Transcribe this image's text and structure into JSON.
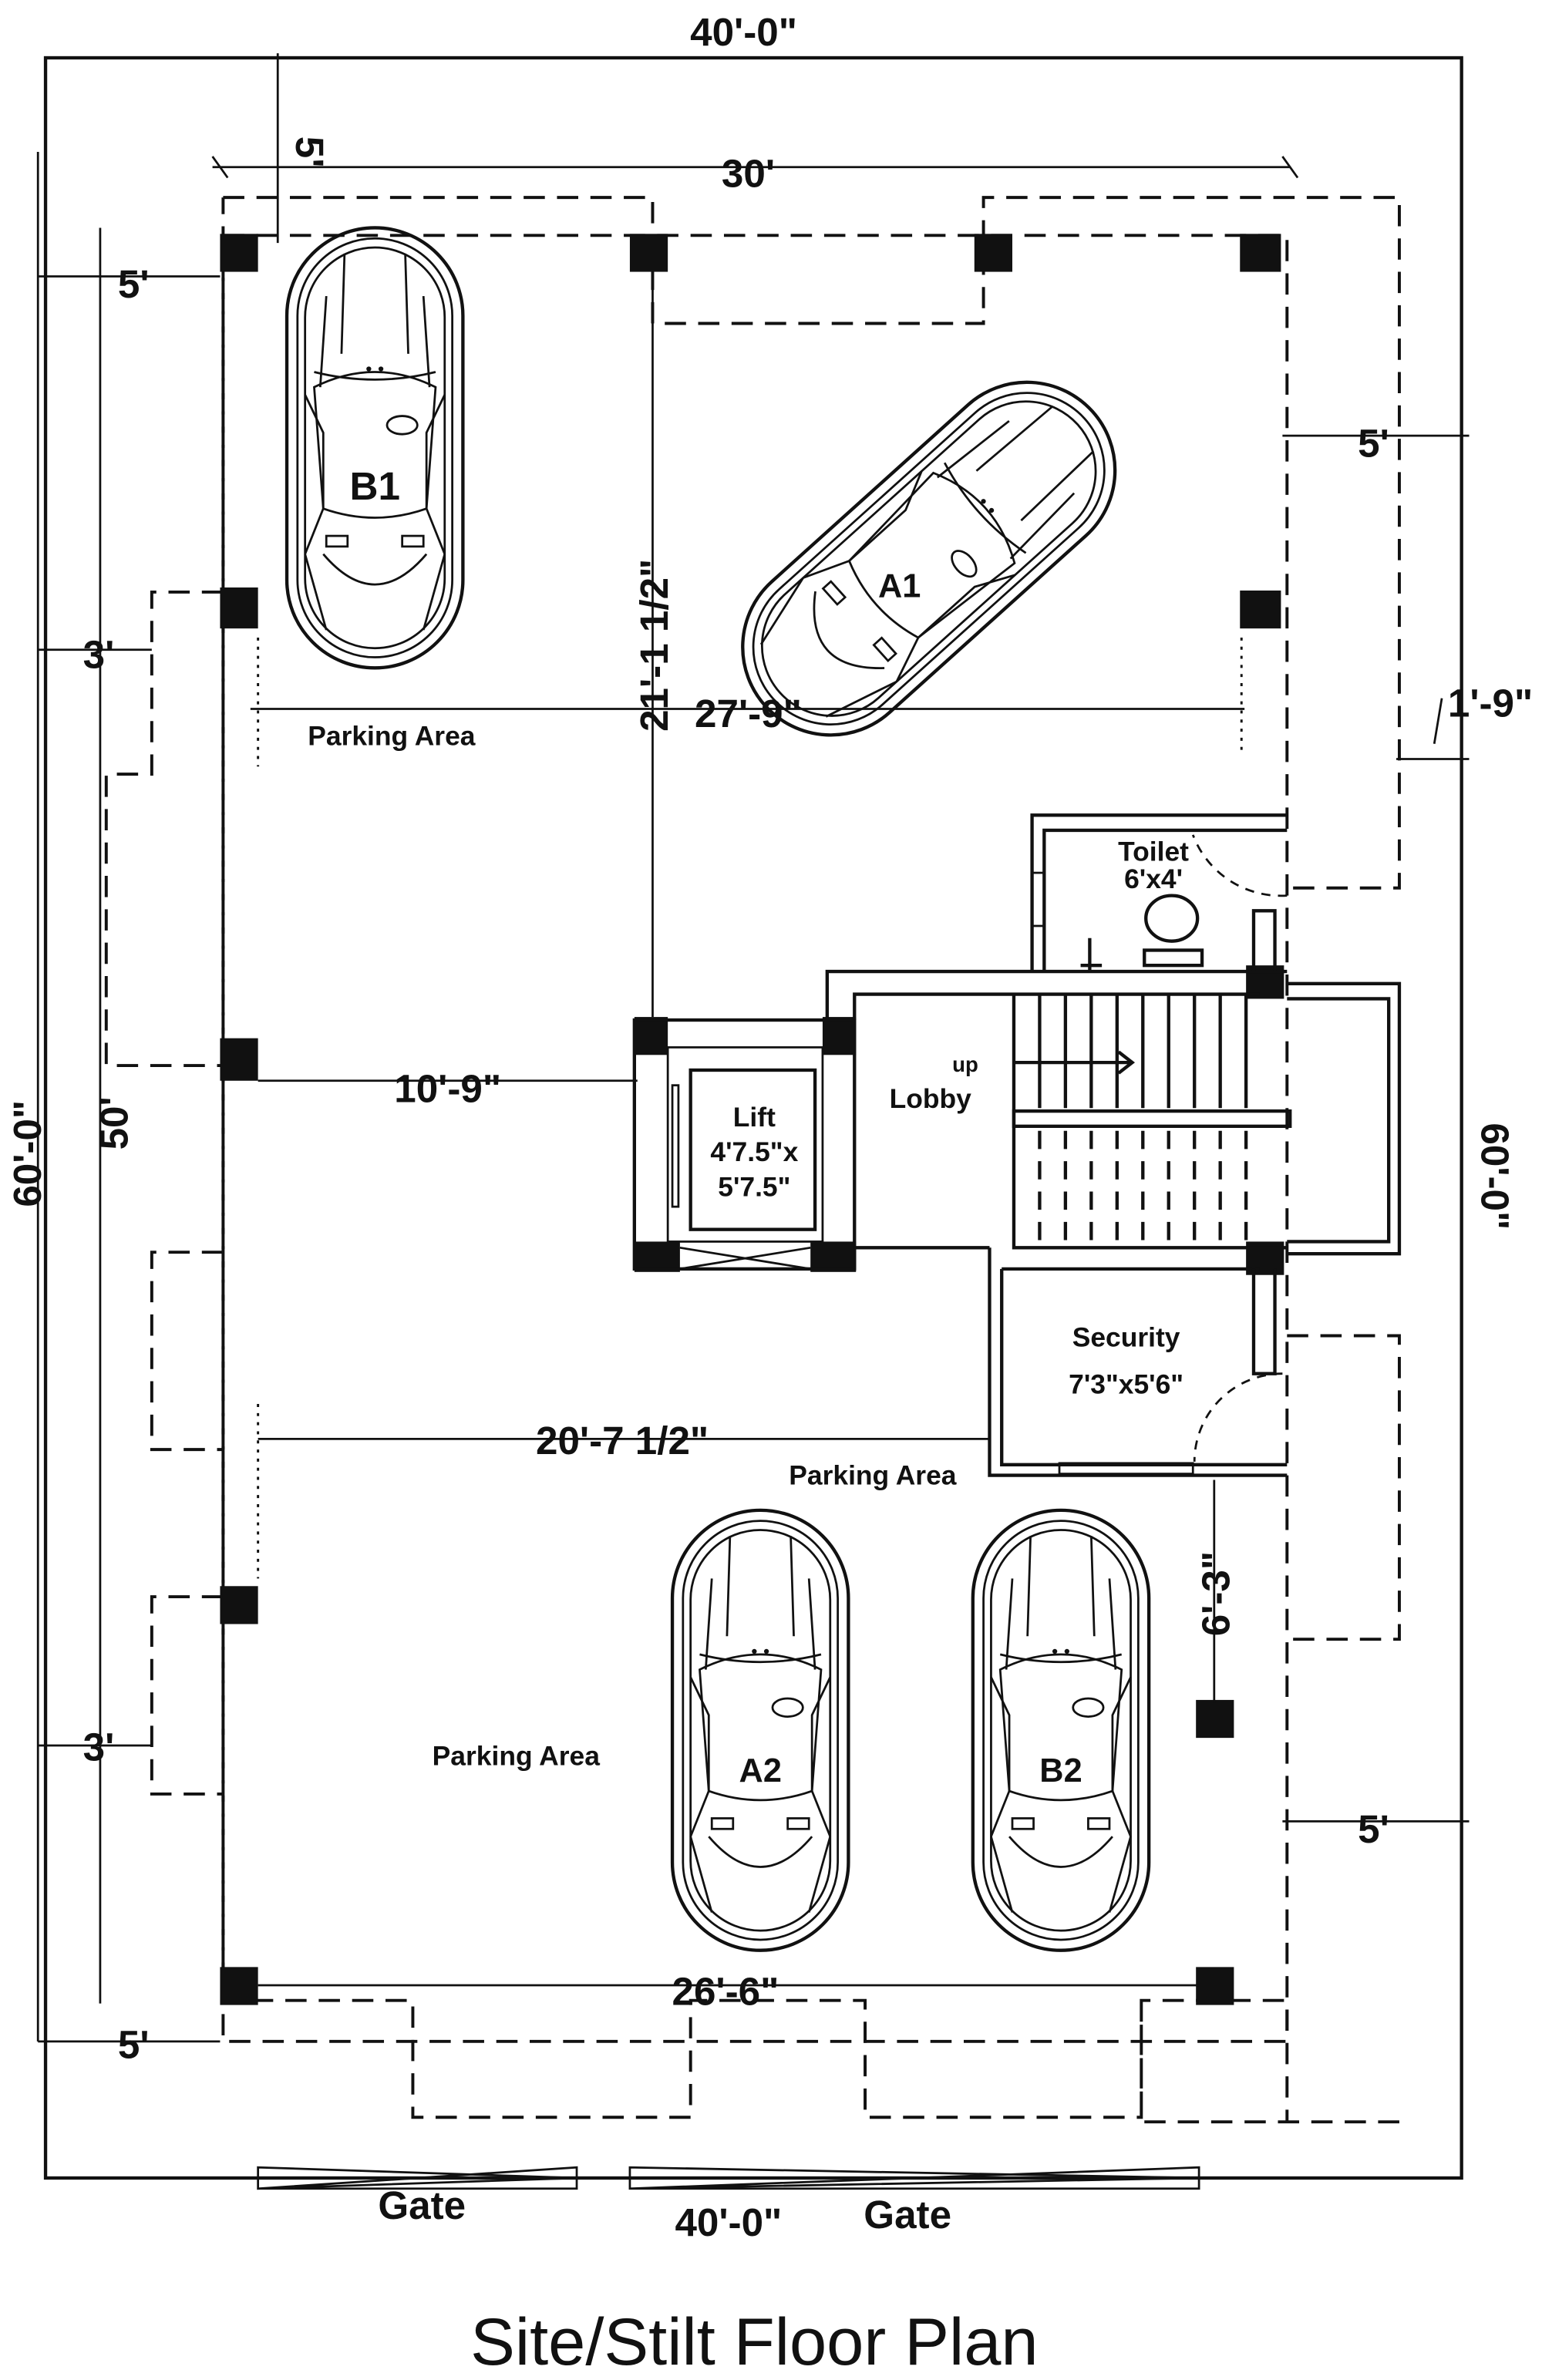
{
  "title": "Site/Stilt Floor Plan",
  "dimensions": {
    "top_width": "40'-0\"",
    "inner_width": "30'",
    "top_setback": "5'",
    "left_top_setback": "5'",
    "right_top_setback": "5'",
    "left_offset_top": "3'",
    "right_offset": "1'-9\"",
    "upper_span_vertical": "21'-1 1/2\"",
    "upper_span_horizontal": "27'-9\"",
    "lift_distance": "10'-9\"",
    "inner_length": "50'",
    "left_length": "60'-0\"",
    "right_length": "60'-0\"",
    "security_distance": "20'-7 1/2\"",
    "security_gap": "6'-3\"",
    "left_offset_bottom": "3'",
    "right_bottom_setback": "5'",
    "bottom_span": "26'-6\"",
    "left_bottom_setback": "5'",
    "bottom_width": "40'-0\""
  },
  "rooms": {
    "parking_1": "Parking Area",
    "parking_2": "Parking Area",
    "parking_3": "Parking Area",
    "lift_name": "Lift",
    "lift_size_1": "4'7.5\"x",
    "lift_size_2": "5'7.5\"",
    "lobby": "Lobby",
    "stair_up": "up",
    "toilet_name": "Toilet",
    "toilet_size": "6'x4'",
    "security_name": "Security",
    "security_size": "7'3\"x5'6\""
  },
  "cars": [
    "B1",
    "A1",
    "A2",
    "B2"
  ],
  "gates": [
    "Gate",
    "Gate"
  ]
}
